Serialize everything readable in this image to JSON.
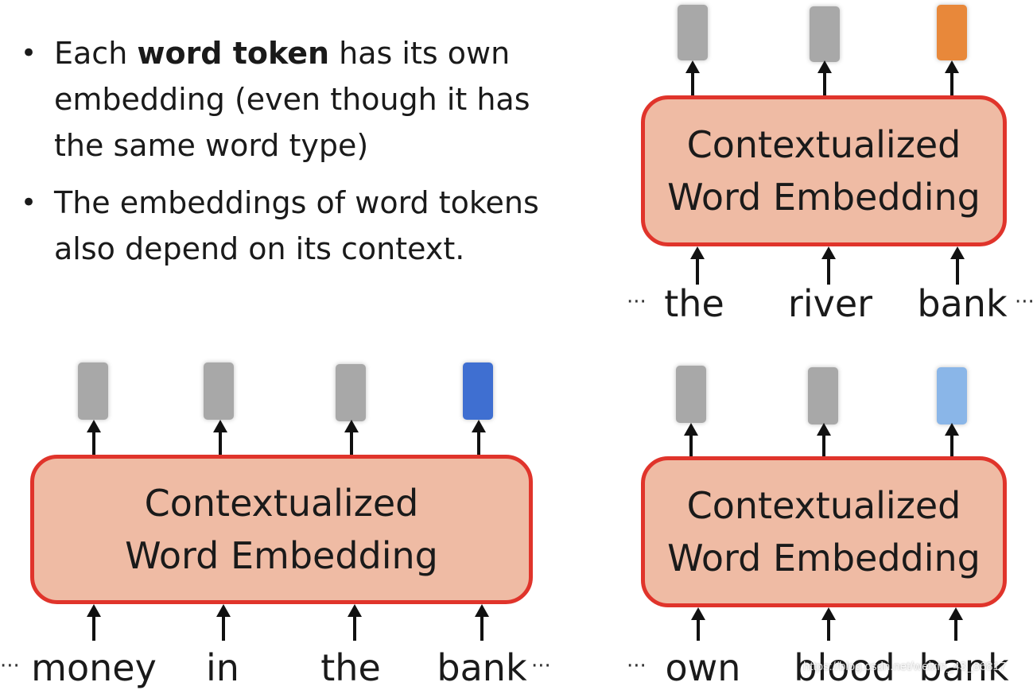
{
  "bullets": [
    {
      "pre": "Each ",
      "bold": "word token",
      "post": " has its own embedding (even though it has the same word type)"
    },
    {
      "pre": "The embeddings of word tokens also depend on its context.",
      "bold": "",
      "post": ""
    }
  ],
  "box_label_line1": "Contextualized",
  "box_label_line2": "Word Embedding",
  "ellipsis": "···",
  "examples": {
    "river": {
      "tokens": [
        "the",
        "river",
        "bank"
      ],
      "vector_colors": [
        "#a8a8a8",
        "#a8a8a8",
        "#e8883a"
      ]
    },
    "money": {
      "tokens": [
        "money",
        "in",
        "the",
        "bank"
      ],
      "vector_colors": [
        "#a8a8a8",
        "#a8a8a8",
        "#a8a8a8",
        "#3f6fd1"
      ]
    },
    "blood": {
      "tokens": [
        "own",
        "blood",
        "bank"
      ],
      "vector_colors": [
        "#a8a8a8",
        "#a8a8a8",
        "#8ab6e8"
      ]
    }
  },
  "watermark": "https://blog.csdn.net/weixin_43_86817"
}
